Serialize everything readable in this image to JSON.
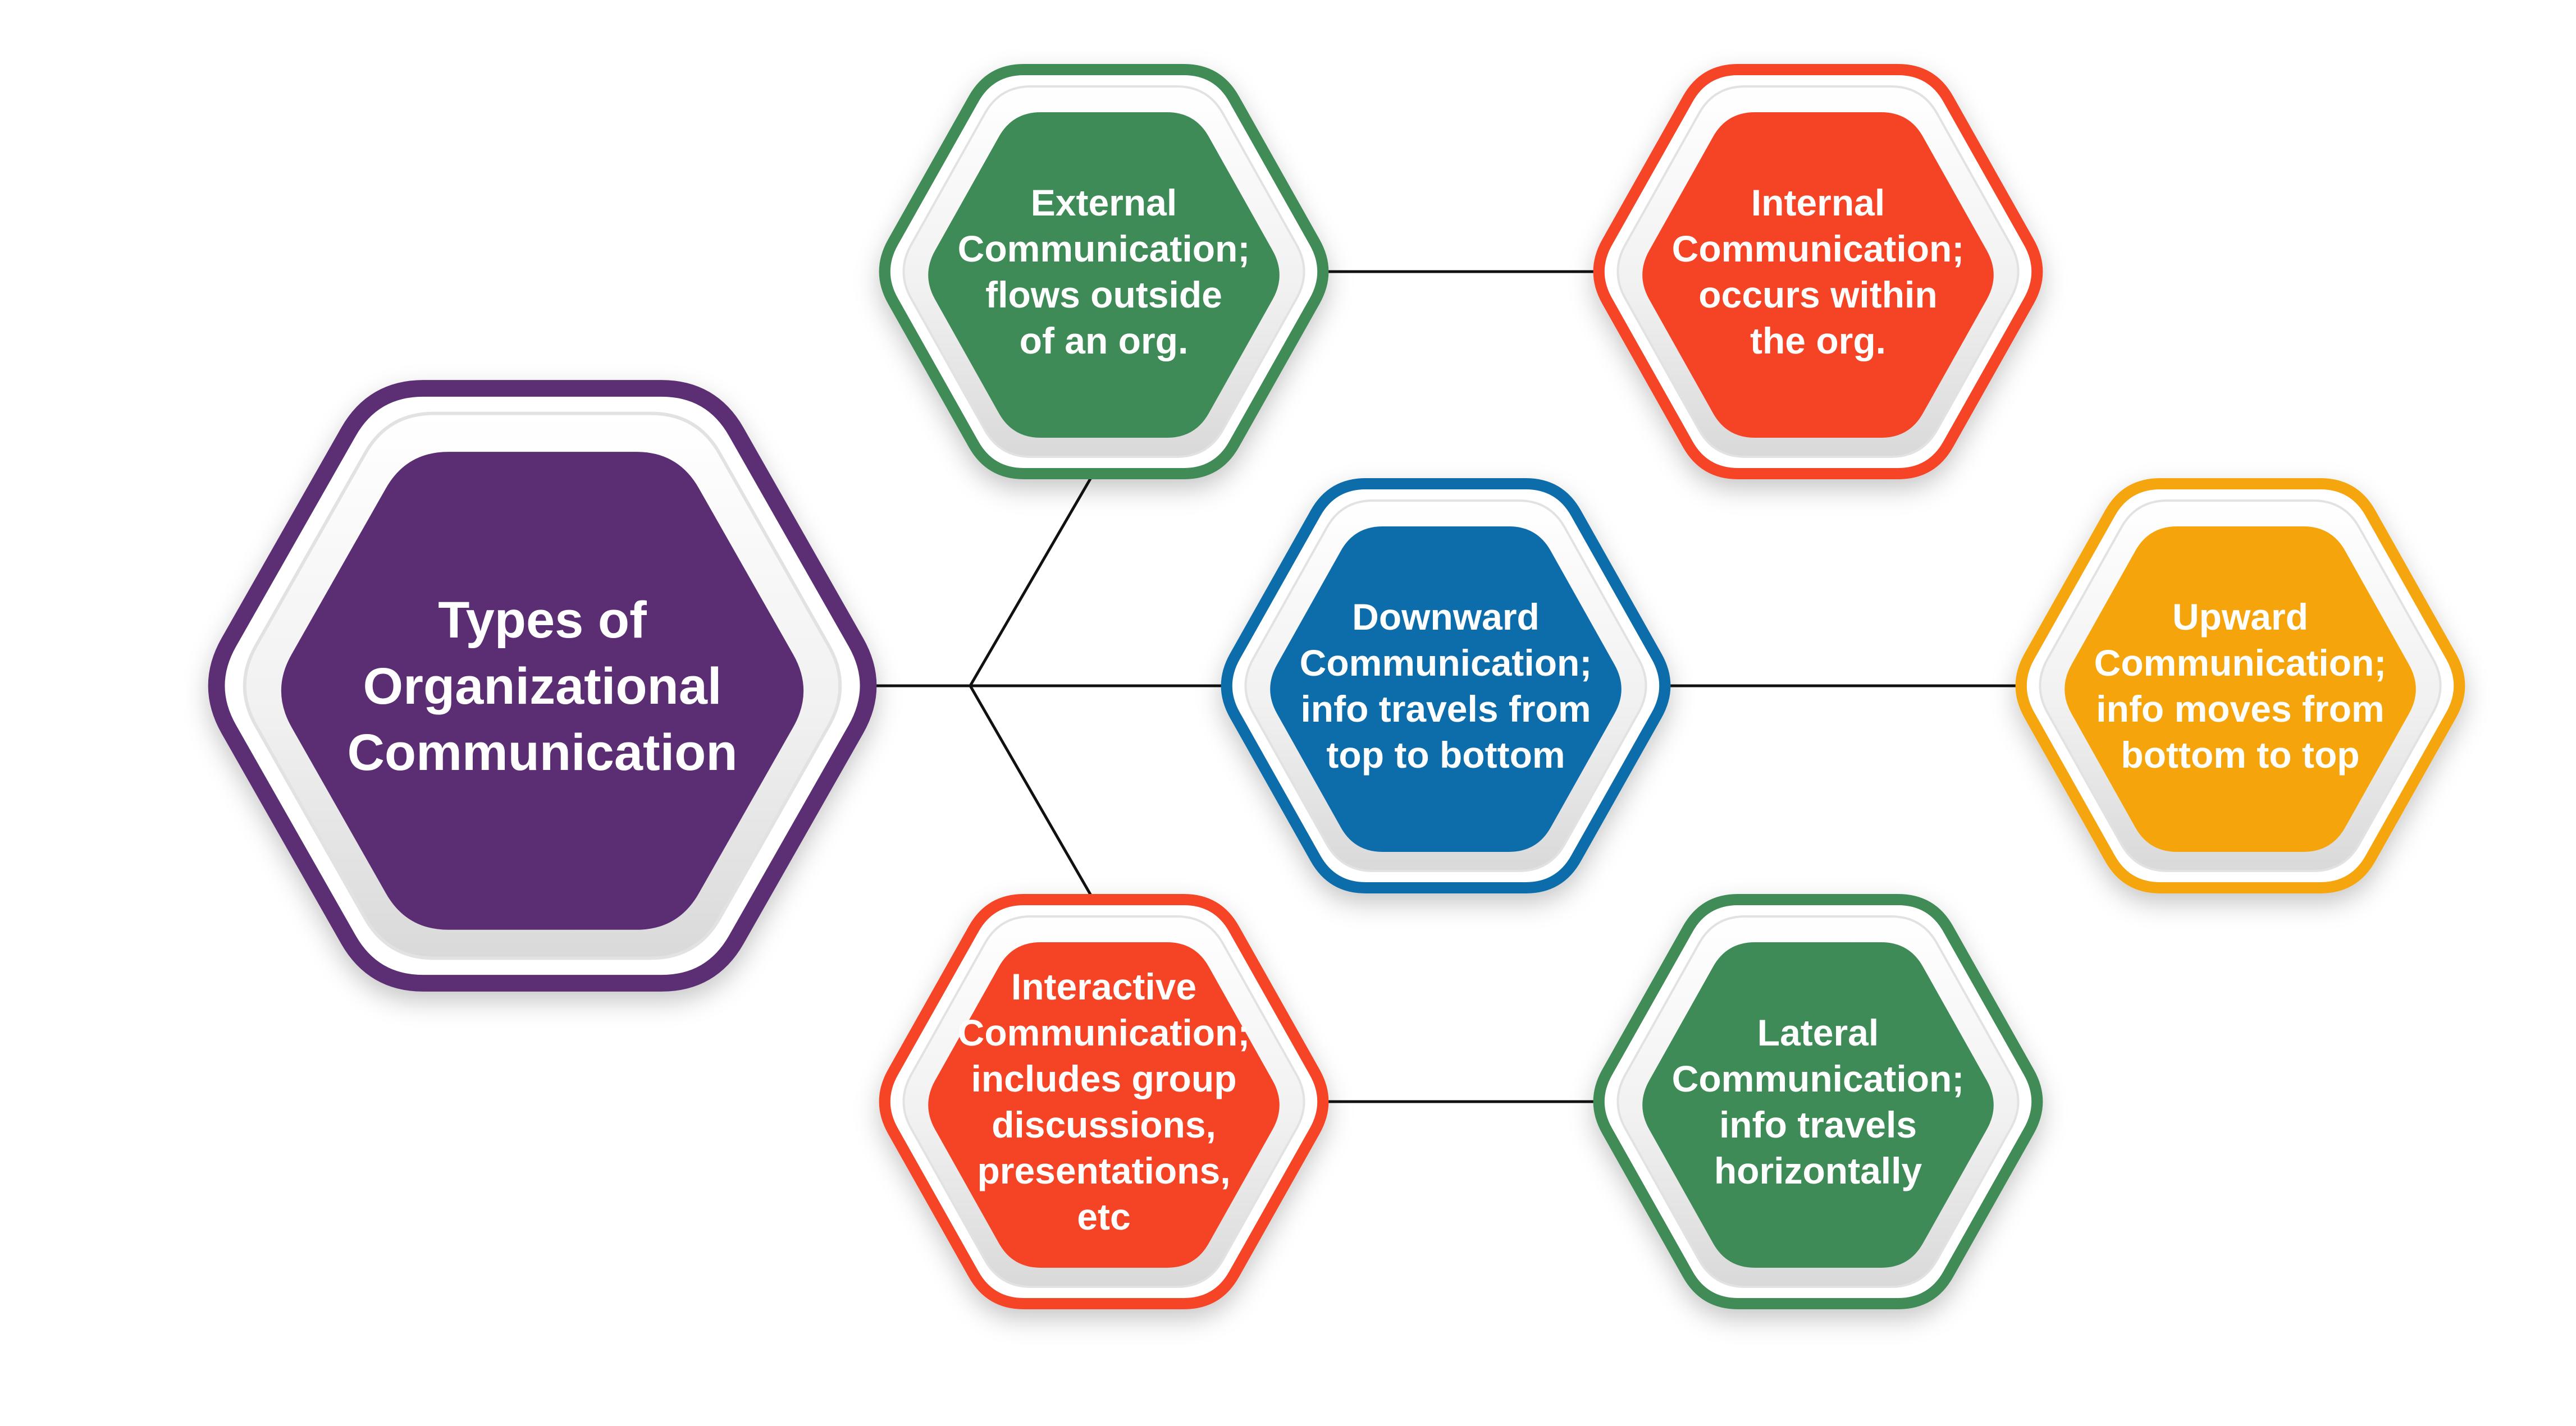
{
  "nodes": [
    {
      "id": "center",
      "lines": [
        "Types of",
        "Organizational",
        "Communication"
      ],
      "color": "#5b2d73"
    },
    {
      "id": "external",
      "lines": [
        "External",
        "Communication;",
        "flows outside",
        "of an org."
      ],
      "color": "#3f8b57"
    },
    {
      "id": "internal",
      "lines": [
        "Internal",
        "Communication;",
        "occurs within",
        "the org."
      ],
      "color": "#f54425"
    },
    {
      "id": "downward",
      "lines": [
        "Downward",
        "Communication;",
        "info travels from",
        "top to bottom"
      ],
      "color": "#0d6dab"
    },
    {
      "id": "upward",
      "lines": [
        "Upward",
        "Communication;",
        "info moves from",
        "bottom to top"
      ],
      "color": "#f5a50b"
    },
    {
      "id": "interactive",
      "lines": [
        "Interactive",
        "Communication;",
        "includes group",
        "discussions,",
        "presentations,",
        "etc"
      ],
      "color": "#f54425"
    },
    {
      "id": "lateral",
      "lines": [
        "Lateral",
        "Communication;",
        "info travels",
        "horizontally"
      ],
      "color": "#3f8b57"
    }
  ],
  "connectors": [
    [
      "center",
      "external"
    ],
    [
      "center",
      "downward"
    ],
    [
      "center",
      "interactive"
    ],
    [
      "external",
      "internal"
    ],
    [
      "downward",
      "upward"
    ],
    [
      "interactive",
      "lateral"
    ]
  ]
}
